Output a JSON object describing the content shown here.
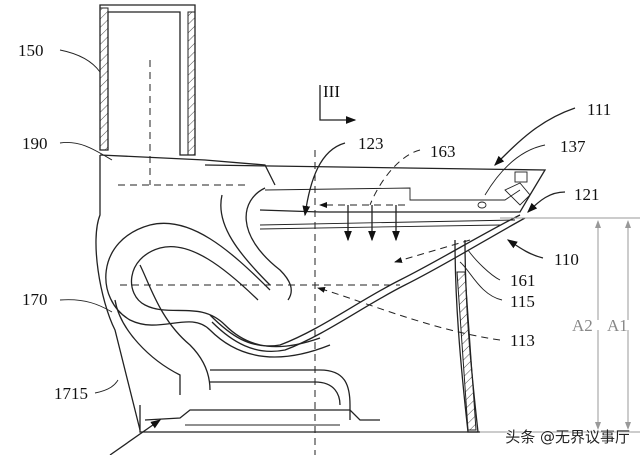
{
  "figure": {
    "section_marker": "III",
    "labels": {
      "l150": "150",
      "l190": "190",
      "l170": "170",
      "l1715": "1715",
      "l123": "123",
      "l163": "163",
      "l111": "111",
      "l137": "137",
      "l121": "121",
      "l110": "110",
      "l161": "161",
      "l115": "115",
      "l113": "113"
    },
    "dimensions": {
      "a2": "A2",
      "a1": "A1"
    }
  },
  "watermark": "头条 @无界议事厅"
}
